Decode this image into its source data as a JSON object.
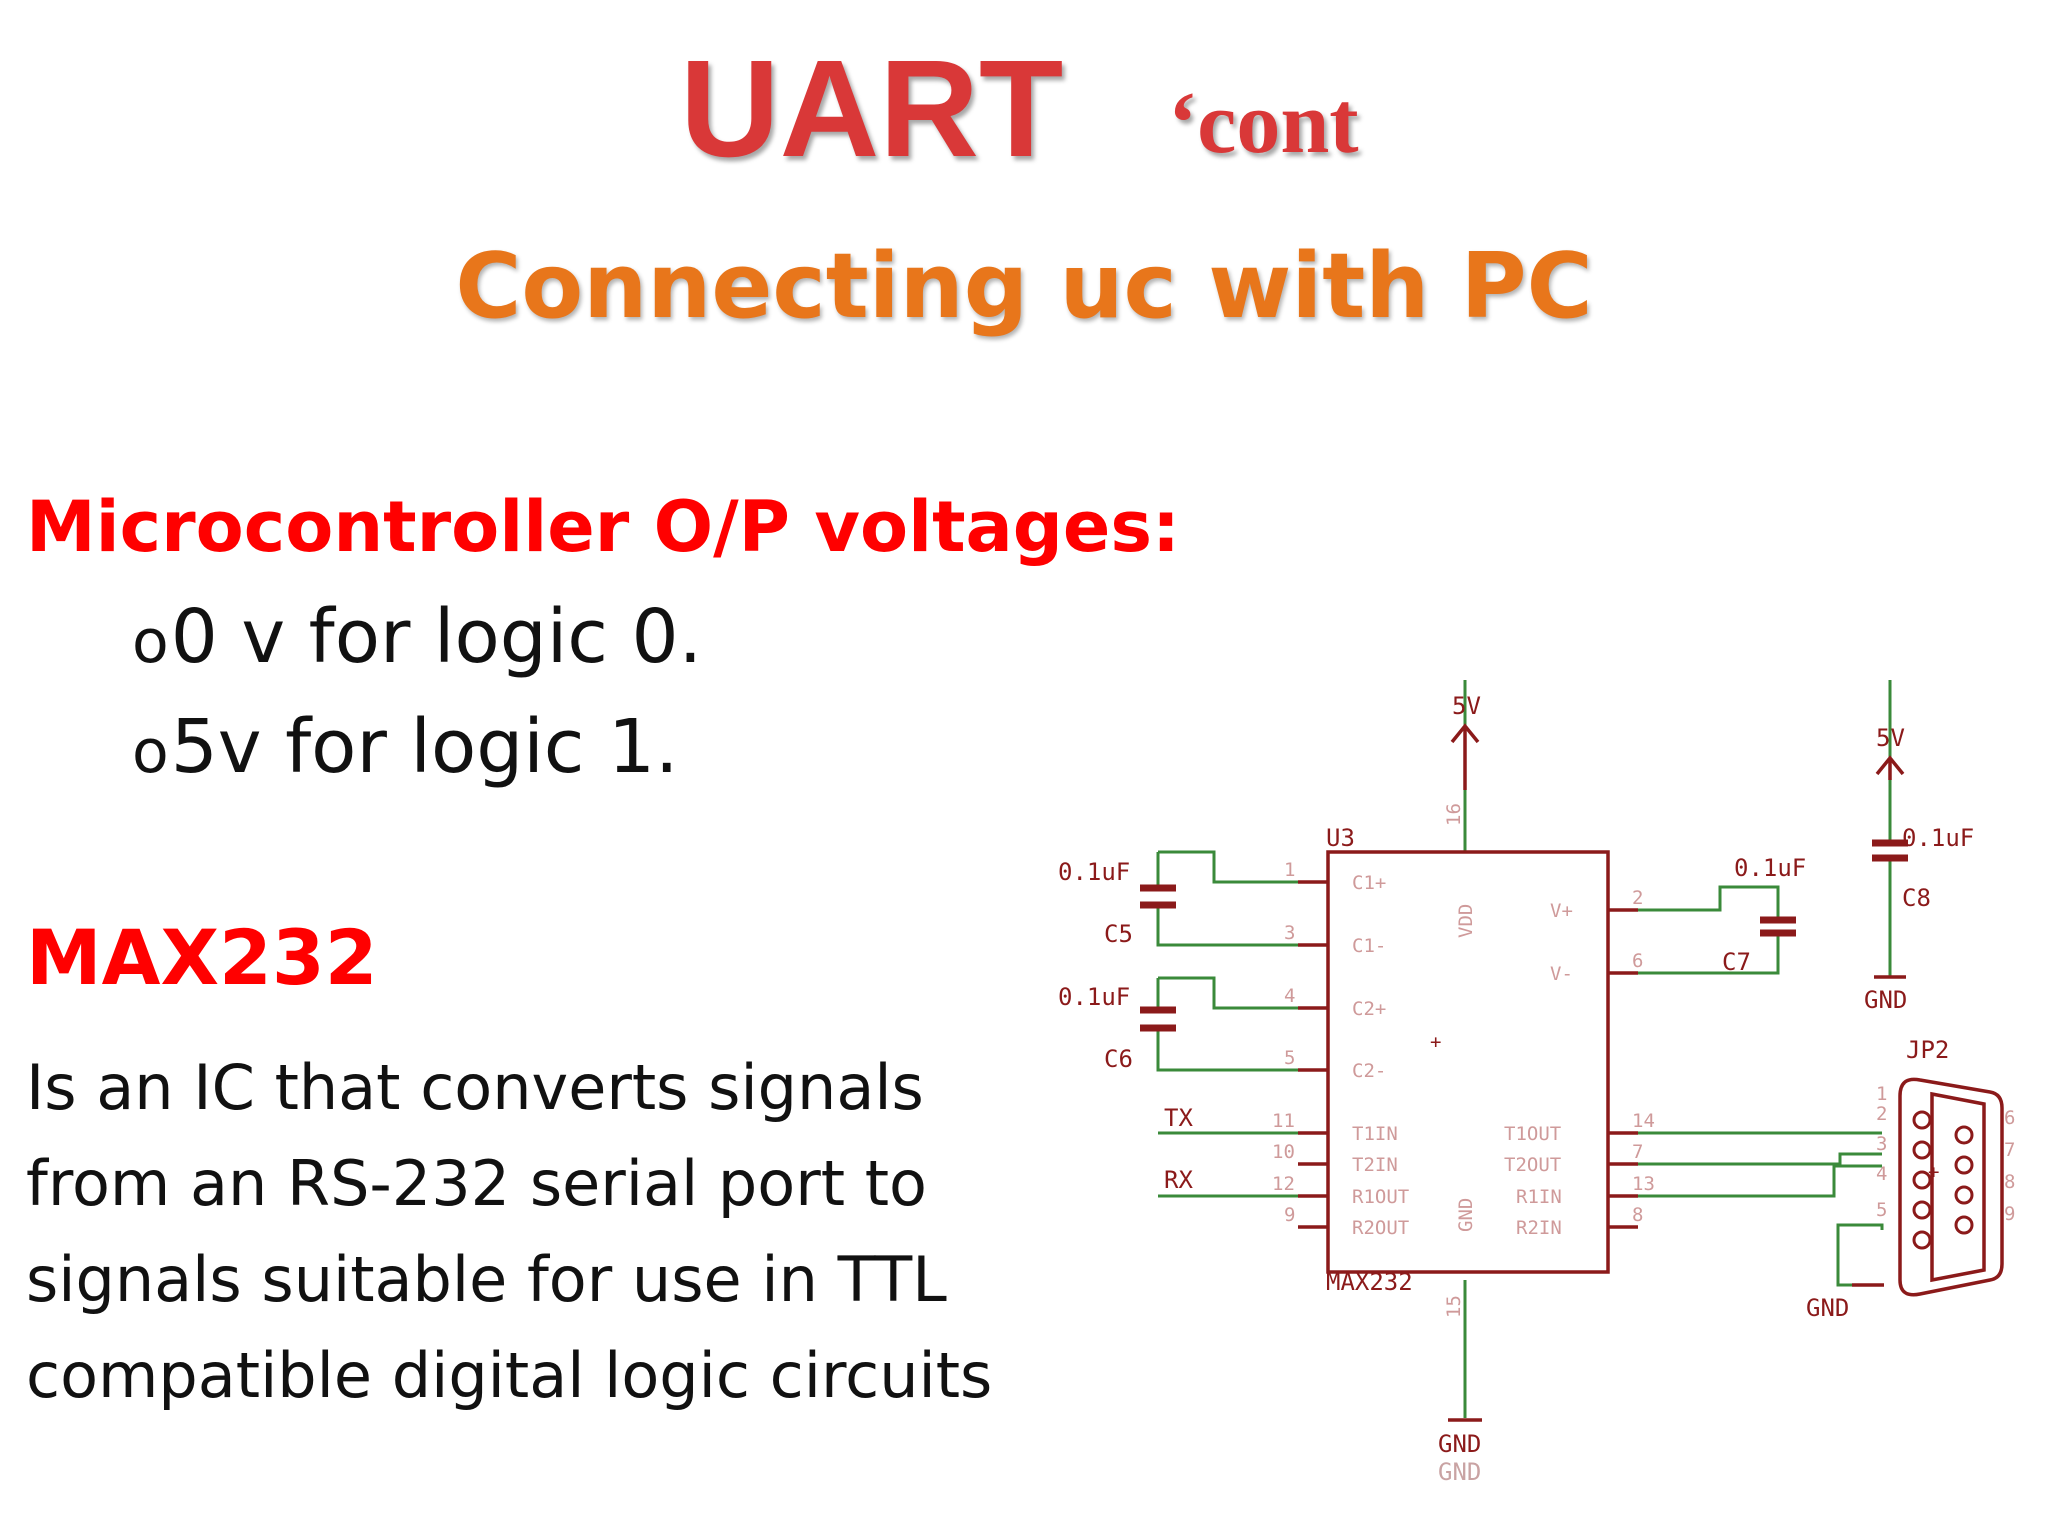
{
  "title": "UART",
  "title_suffix": "‘cont",
  "subtitle": "Connecting uc with PC",
  "section1": {
    "heading": "Microcontroller O/P voltages:",
    "bullet_mark": "o",
    "bullets": [
      "0 v for logic 0.",
      "5v for logic 1."
    ]
  },
  "section2": {
    "heading": "MAX232",
    "lines": [
      "Is an IC that converts signals",
      "from an RS-232 serial port to",
      "signals suitable for use in TTL",
      "compatible digital logic circuits"
    ]
  },
  "schematic": {
    "vcc_label": "5V",
    "vcc2_label": "5V",
    "chip_ref": "U3",
    "chip_name": "MAX232",
    "pin_vdd": "VDD",
    "pin_gnd": "GND",
    "pin16": "16",
    "pin15": "15",
    "gnd_main": "GND",
    "gnd_faded": "GND",
    "gnd_c8": "GND",
    "gnd_jp2": "GND",
    "c5_value": "0.1uF",
    "c5_ref": "C5",
    "c6_value": "0.1uF",
    "c6_ref": "C6",
    "c7_value": "0.1uF",
    "c7_ref": "C7",
    "c8_value": "0.1uF",
    "c8_ref": "C8",
    "connector_ref": "JP2",
    "tx_label": "TX",
    "rx_label": "RX",
    "left_pins": [
      {
        "num": "1",
        "name": "C1+"
      },
      {
        "num": "3",
        "name": "C1-"
      },
      {
        "num": "4",
        "name": "C2+"
      },
      {
        "num": "5",
        "name": "C2-"
      },
      {
        "num": "11",
        "name": "T1IN"
      },
      {
        "num": "10",
        "name": "T2IN"
      },
      {
        "num": "12",
        "name": "R1OUT"
      },
      {
        "num": "9",
        "name": "R2OUT"
      }
    ],
    "right_pins": [
      {
        "num": "2",
        "name": "V+"
      },
      {
        "num": "6",
        "name": "V-"
      },
      {
        "num": "14",
        "name": "T1OUT"
      },
      {
        "num": "7",
        "name": "T2OUT"
      },
      {
        "num": "13",
        "name": "R1IN"
      },
      {
        "num": "8",
        "name": "R2IN"
      }
    ],
    "db9_left": [
      "1",
      "2",
      "3",
      "4",
      "5"
    ],
    "db9_right": [
      "6",
      "7",
      "8",
      "9"
    ],
    "plus": "+"
  }
}
